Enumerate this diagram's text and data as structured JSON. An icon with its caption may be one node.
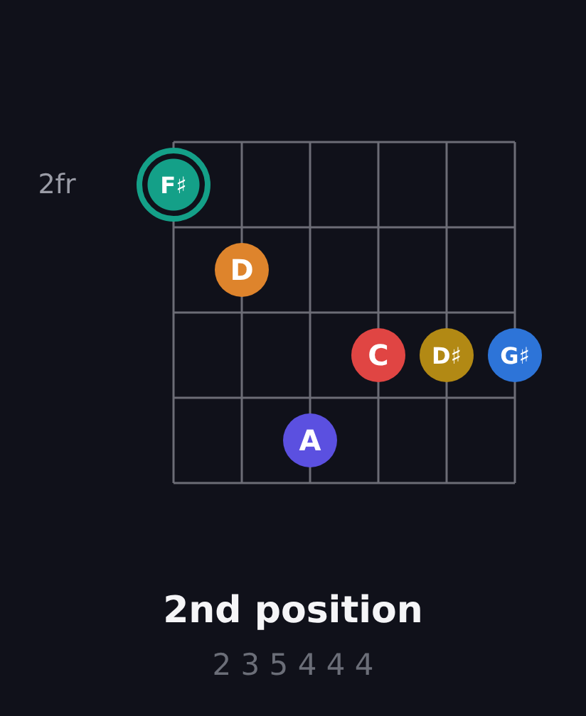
{
  "diagram": {
    "title": "2nd position",
    "caption": "2 3 5 4 4 4",
    "nodes": [
      {
        "text": [
          "F♯"
        ]
      },
      {
        "text": [
          "D"
        ]
      },
      {
        "text": [
          "C"
        ]
      },
      {
        "text": [
          "D♯"
        ]
      },
      {
        "text": [
          "G♯"
        ]
      },
      {
        "text": [
          "A"
        ]
      }
    ],
    "labels": [
      "2fr"
    ]
  }
}
